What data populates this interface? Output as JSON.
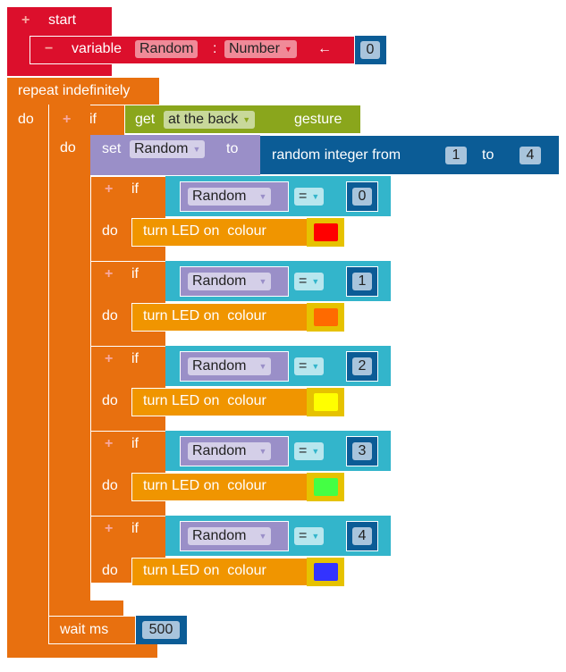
{
  "start": {
    "label": "start",
    "plus": "+"
  },
  "variable": {
    "minus": "−",
    "label": "variable",
    "name": "Random",
    "sep": ":",
    "type": "Number",
    "arrow": "←",
    "value": "0"
  },
  "repeat": {
    "label": "repeat indefinitely",
    "do": "do"
  },
  "if_gesture": {
    "plus": "+",
    "if": "if",
    "do": "do",
    "get": "get",
    "gesture_option": "at the back",
    "gesture": "gesture"
  },
  "set": {
    "label": "set",
    "var": "Random",
    "to": "to",
    "random_label": "random integer from",
    "from": "1",
    "to_label": "to",
    "max": "4"
  },
  "branches": [
    {
      "plus": "+",
      "if": "if",
      "do": "do",
      "var": "Random",
      "op": "=",
      "value": "0",
      "action": "turn LED on  colour",
      "color": "#ff0000"
    },
    {
      "plus": "+",
      "if": "if",
      "do": "do",
      "var": "Random",
      "op": "=",
      "value": "1",
      "action": "turn LED on  colour",
      "color": "#ff6a00"
    },
    {
      "plus": "+",
      "if": "if",
      "do": "do",
      "var": "Random",
      "op": "=",
      "value": "2",
      "action": "turn LED on  colour",
      "color": "#ffff00"
    },
    {
      "plus": "+",
      "if": "if",
      "do": "do",
      "var": "Random",
      "op": "=",
      "value": "3",
      "action": "turn LED on  colour",
      "color": "#44ff44"
    },
    {
      "plus": "+",
      "if": "if",
      "do": "do",
      "var": "Random",
      "op": "=",
      "value": "4",
      "action": "turn LED on  colour",
      "color": "#3333ff"
    }
  ],
  "wait": {
    "label": "wait ms",
    "value": "500"
  }
}
